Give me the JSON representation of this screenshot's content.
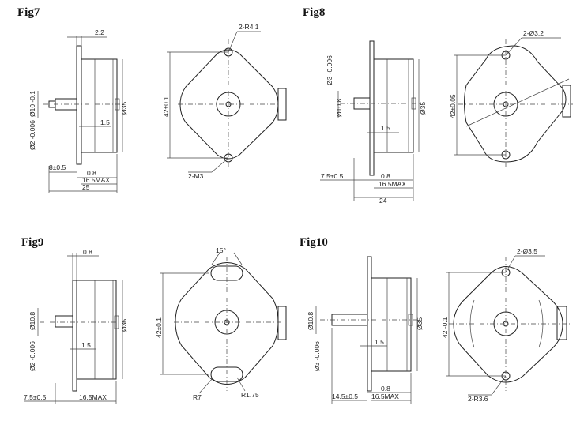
{
  "figures": {
    "fig7": {
      "title": "Fig7",
      "dims": {
        "flange_thk": "2.2",
        "shaft_dia": "Ø10 -0.1",
        "shaft_dia2": "Ø2 -0.006",
        "body_dia": "Ø35",
        "step": "1.5",
        "shaft_len": "8±0.5",
        "plate": "0.8",
        "body_len": "16.5MAX",
        "total_len": "25",
        "hole": "2-R4.1",
        "height": "42±0.1",
        "thread": "2-M3"
      }
    },
    "fig8": {
      "title": "Fig8",
      "dims": {
        "shaft_dia2": "Ø3 -0.006",
        "shaft_dia": "Ø10.8",
        "body_dia": "Ø35",
        "step": "1.5",
        "shaft_len": "7.5±0.5",
        "plate": "0.8",
        "body_len": "16.5MAX",
        "total_len": "24",
        "hole": "2-Ø3.2",
        "height": "42±0.05"
      }
    },
    "fig9": {
      "title": "Fig9",
      "dims": {
        "flange_thk": "0.8",
        "shaft_dia": "Ø10.8",
        "shaft_dia2": "Ø2 -0.006",
        "body_dia": "Ø35",
        "step": "1.5",
        "shaft_len": "7.5±0.5",
        "body_len": "16.5MAX",
        "angle": "15°",
        "height": "42±0.1",
        "radius": "R7",
        "slot": "R1.75"
      }
    },
    "fig10": {
      "title": "Fig10",
      "dims": {
        "shaft_dia": "Ø10.8",
        "shaft_dia2": "Ø3 -0.006",
        "body_dia": "Ø35",
        "step": "1.5",
        "shaft_len": "14.5±0.5",
        "plate": "0.8",
        "body_len": "16.5MAX",
        "hole": "2-Ø3.5",
        "height": "42 -0.1",
        "radius": "2-R3.6"
      }
    }
  }
}
